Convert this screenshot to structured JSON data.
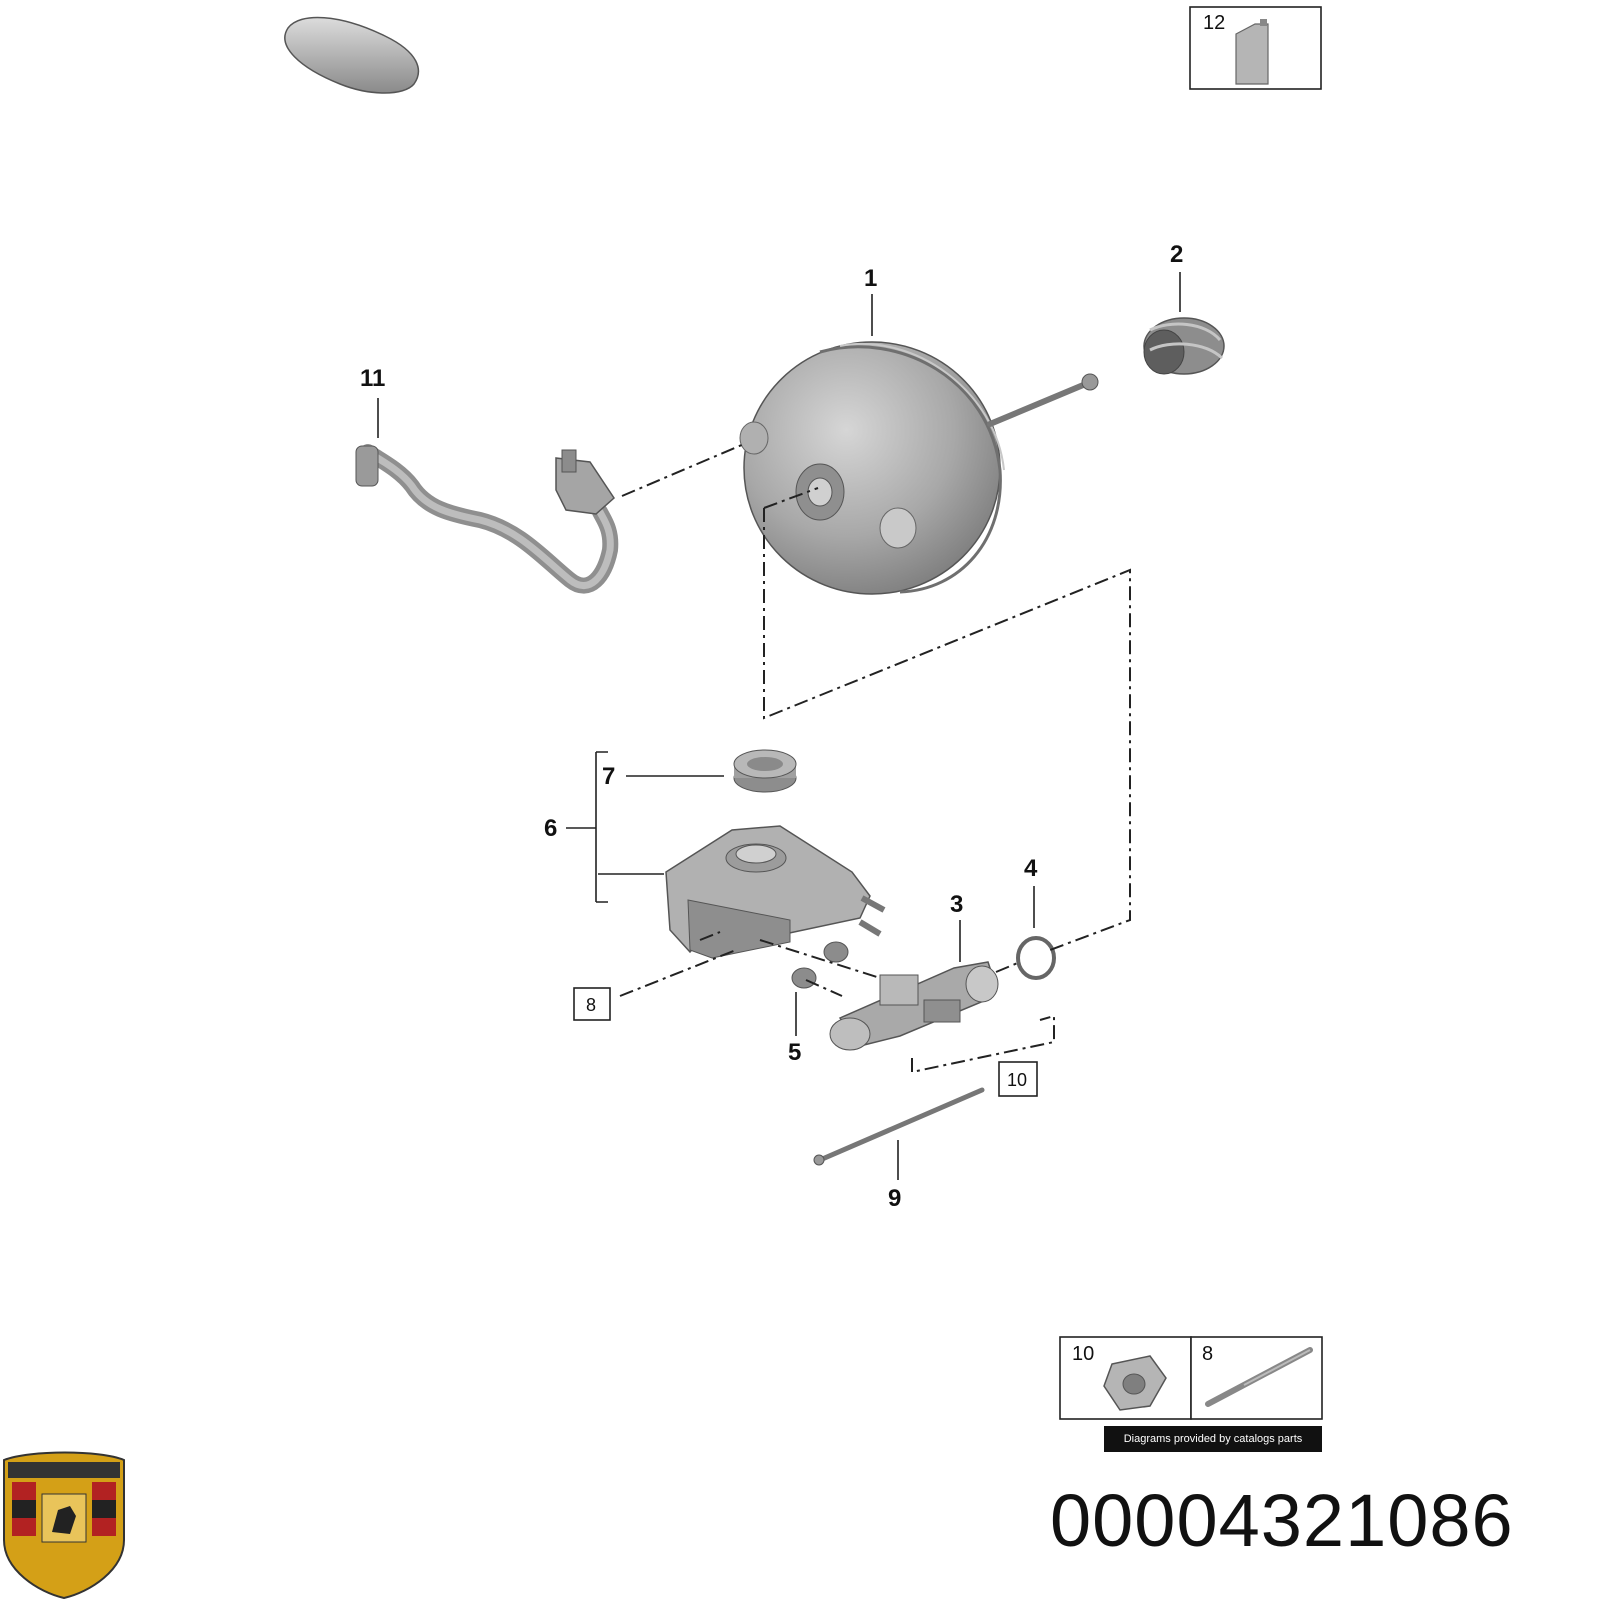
{
  "diagram": {
    "callouts": {
      "c1": "1",
      "c2": "2",
      "c3": "3",
      "c4": "4",
      "c5": "5",
      "c6": "6",
      "c7": "7",
      "c9": "9",
      "c11": "11"
    },
    "boxed_labels": {
      "b8": "8",
      "b10": "10"
    },
    "insets": {
      "inset12": "12",
      "inset10": "10",
      "inset8": "8"
    },
    "credit": "Diagrams provided by catalogs parts",
    "part_number": "00004321086",
    "colors": {
      "part_fill": "#a9a9a9",
      "part_light": "#cfcfcf",
      "part_dark": "#7a7a7a",
      "line": "#222222",
      "crest_red": "#b22222",
      "crest_gold": "#d4a017"
    }
  }
}
